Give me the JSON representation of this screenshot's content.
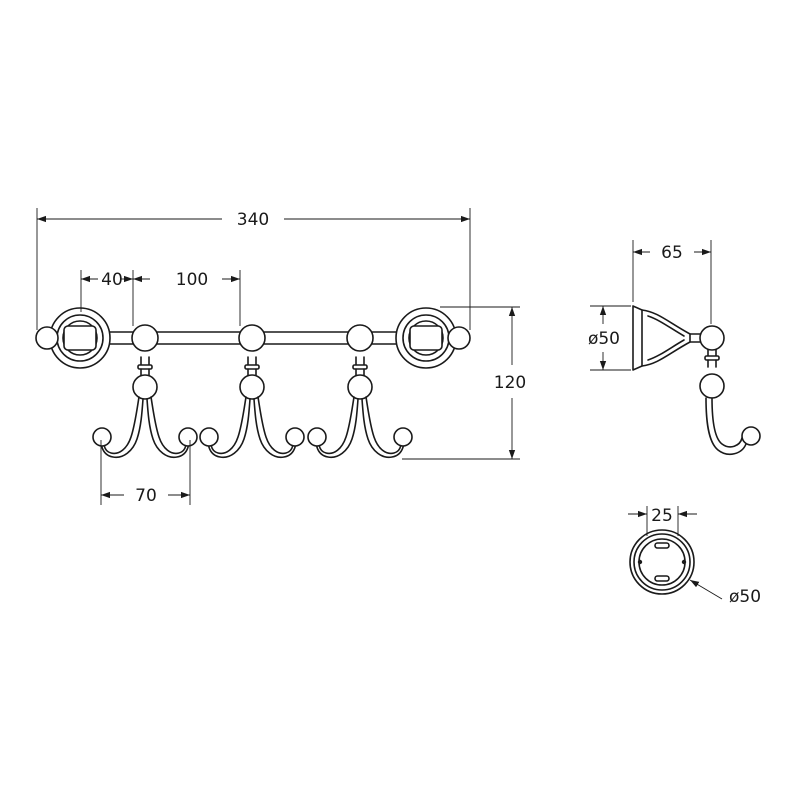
{
  "dimensions": {
    "overall_width": "340",
    "left_offset": "40",
    "hook_spacing": "100",
    "height": "120",
    "hook_width": "70",
    "projection": "65",
    "side_diameter": "ø50",
    "plate_spacing": "25",
    "plate_diameter": "ø50"
  },
  "colors": {
    "line": "#1a1a1a",
    "background": "#ffffff"
  }
}
